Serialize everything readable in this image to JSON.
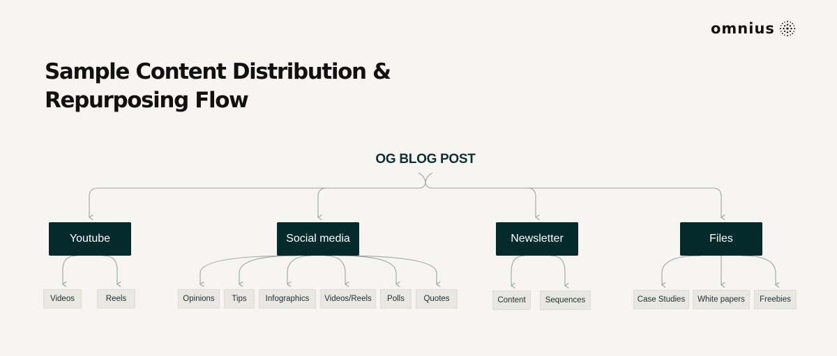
{
  "brand": {
    "name": "omnius",
    "logo_icon": "dotted-starburst-icon"
  },
  "title": {
    "line1": "Sample Content Distribution &",
    "line2": "Repurposing Flow"
  },
  "root": {
    "label": "OG BLOG POST"
  },
  "colors": {
    "background": "#f6f5f1",
    "category_fill": "#052a2c",
    "category_text": "#ffffff",
    "leaf_fill": "#e8e7e2",
    "connector": "#9aa3a2"
  },
  "categories": [
    {
      "label": "Youtube",
      "children": [
        "Videos",
        "Reels"
      ]
    },
    {
      "label": "Social media",
      "children": [
        "Opinions",
        "Tips",
        "Infographics",
        "Videos/Reels",
        "Polls",
        "Quotes"
      ]
    },
    {
      "label": "Newsletter",
      "children": [
        "Content",
        "Sequences"
      ]
    },
    {
      "label": "Files",
      "children": [
        "Case Studies",
        "White papers",
        "Freebies"
      ]
    }
  ]
}
